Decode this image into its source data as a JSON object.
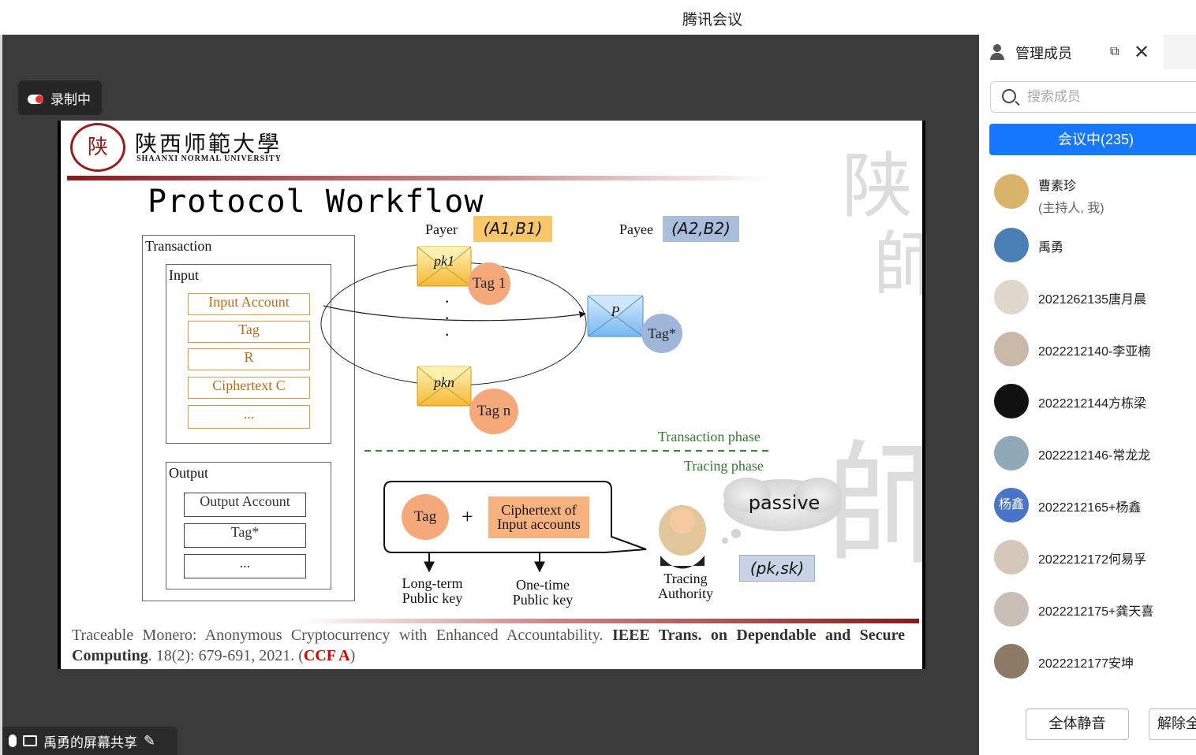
{
  "window": {
    "title": "腾讯会议"
  },
  "recording": {
    "label": "录制中"
  },
  "share": {
    "label": "禹勇的屏幕共享"
  },
  "slide": {
    "university_cn": "陕西师範大學",
    "university_en": "SHAANXI NORMAL UNIVERSITY",
    "seal_char": "陕",
    "title": "Protocol Workflow",
    "transaction": {
      "label": "Transaction",
      "input_label": "Input",
      "input_fields": [
        "Input Account",
        "Tag",
        "R",
        "Ciphertext C",
        "..."
      ],
      "output_label": "Output",
      "output_fields": [
        "Output Account",
        "Tag*",
        "..."
      ]
    },
    "payer": {
      "label": "Payer",
      "keys": "(A1,B1)"
    },
    "payee": {
      "label": "Payee",
      "keys": "(A2,B2)"
    },
    "envelopes": {
      "pk1": "pk1",
      "pkn": "pkn",
      "p": "P"
    },
    "tags": {
      "tag1": "Tag 1",
      "tagn": "Tag n",
      "tagstar": "Tag*"
    },
    "dots": "·",
    "phases": {
      "transaction": "Transaction phase",
      "tracing": "Tracing phase"
    },
    "tracing": {
      "tag": "Tag",
      "plus": "+",
      "ciphertext_line1": "Ciphertext of",
      "ciphertext_line2": "Input accounts",
      "long_term_1": "Long-term",
      "long_term_2": "Public key",
      "one_time_1": "One-time",
      "one_time_2": "Public key",
      "authority_1": "Tracing",
      "authority_2": "Authority",
      "passive": "passive",
      "pk_sk": "(pk,sk)"
    },
    "citation": {
      "text": "Traceable Monero: Anonymous Cryptocurrency with Enhanced Accountability.",
      "venue": "IEEE Trans. on Dependable and Secure Computing",
      "details": ". 18(2): 679-691, 2021. (",
      "ccf": "CCF A",
      "close": ")"
    },
    "watermark_chars": [
      "陕",
      "師",
      "師"
    ]
  },
  "sidebar": {
    "title": "管理成员",
    "search_placeholder": "搜索成员",
    "in_meeting": "会议中(235)",
    "members": [
      {
        "name": "曹素珍",
        "sub": "(主持人, 我)",
        "color": "#d9b36a"
      },
      {
        "name": "禹勇",
        "sub": "",
        "color": "#4a7fb5"
      },
      {
        "name": "2021262135唐月晨",
        "sub": "",
        "color": "#e0d6cc"
      },
      {
        "name": "2022212140-李亚楠",
        "sub": "",
        "color": "#c9b8a8"
      },
      {
        "name": "2022212144方栋梁",
        "sub": "",
        "color": "#111111"
      },
      {
        "name": "2022212146-常龙龙",
        "sub": "",
        "color": "#8fa9b8"
      },
      {
        "name": "2022212165+杨鑫",
        "sub": "",
        "color": "#4a74c9",
        "initials": "杨鑫"
      },
      {
        "name": "2022212172何易孚",
        "sub": "",
        "color": "#d6c7bb"
      },
      {
        "name": "2022212175+龚天喜",
        "sub": "",
        "color": "#c7bfb6"
      },
      {
        "name": "2022212177安坤",
        "sub": "",
        "color": "#8c7a66"
      }
    ],
    "mute_all": "全体静音",
    "unmute_all": "解除全"
  }
}
